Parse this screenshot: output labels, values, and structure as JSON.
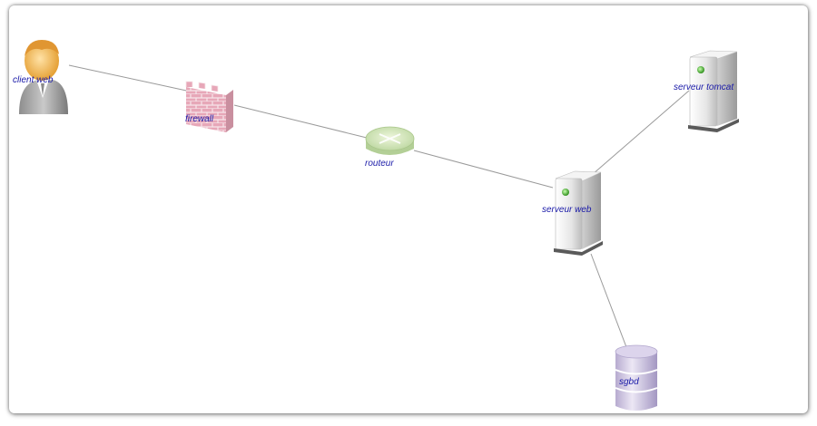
{
  "nodes": {
    "client_web": {
      "label": "client web",
      "icon": "user-icon"
    },
    "firewall": {
      "label": "firewall",
      "icon": "brick-wall-icon"
    },
    "routeur": {
      "label": "routeur",
      "icon": "router-icon"
    },
    "serveur_web": {
      "label": "serveur web",
      "icon": "server-icon"
    },
    "serveur_tomcat": {
      "label": "serveur tomcat",
      "icon": "server-icon"
    },
    "sgbd": {
      "label": "sgbd",
      "icon": "database-icon"
    }
  },
  "edges": [
    {
      "from": "client_web",
      "to": "firewall"
    },
    {
      "from": "firewall",
      "to": "routeur"
    },
    {
      "from": "routeur",
      "to": "serveur_web"
    },
    {
      "from": "serveur_web",
      "to": "serveur_tomcat"
    },
    {
      "from": "serveur_web",
      "to": "sgbd"
    }
  ],
  "colors": {
    "label": "#1a1aa8",
    "edge": "#9a9a9a"
  }
}
